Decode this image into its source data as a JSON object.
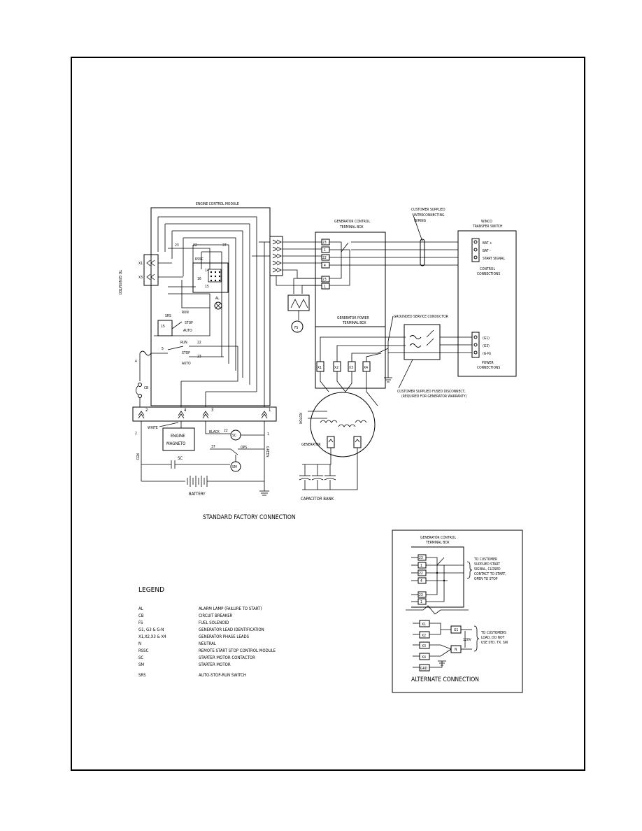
{
  "main_diagram": {
    "title": "STANDARD FACTORY CONNECTION",
    "engine_control_module": "ENGINE CONTROL MODULE",
    "to_generator": "TO GENERATOR",
    "generator_control_box": "GENERATOR CONTROL TERMINAL BOX",
    "generator_power_box": "GENERATOR POWER TERMINAL BOX",
    "customer_wiring": "CUSTOMER SUPPLIED INTERCONNECTING WIRING",
    "transfer_switch": "WINCO TRANSFER SWITCH",
    "control_connections": "CONTROL CONNECTIONS",
    "power_connections": "POWER CONNECTIONS",
    "grounded_service": "GROUNDED SERVICE CONDUCTOR",
    "fused_disconnect_1": "CUSTOMER SUPPLIED FUSED DISCONNECT,",
    "fused_disconnect_2": "(REQUIRED FOR GENERATOR WARRANTY)",
    "rssc": "RSSC",
    "srs": "SRS",
    "run": "RUN",
    "stop": "STOP",
    "auto": "AUTO",
    "al": "AL",
    "cb": "CB",
    "fs": "FS",
    "engine_magneto_1": "ENGINE",
    "engine_magneto_2": "MAGNETO",
    "battery": "BATTERY",
    "capacitor_bank": "CAPACITOR BANK",
    "generator": "GENERATOR",
    "sc": "SC",
    "sm": "SM",
    "ops": "OPS",
    "white": "WHITE",
    "black": "BLACK",
    "red": "RED",
    "green": "GREEN",
    "bat_plus": "BAT +",
    "bat_minus": "BAT -",
    "start_signal": "START SIGNAL",
    "ctrl_terminals": [
      "23",
      "1",
      "22",
      "4",
      "23",
      "1"
    ],
    "power_terminals": [
      "X1",
      "X2",
      "X3",
      "X4"
    ],
    "ts_power_terms": [
      "(G1)",
      "(G3)",
      "(G-N)"
    ],
    "connector_numbers": [
      "2",
      "4",
      "3",
      "1"
    ],
    "wire_numbers": [
      "5",
      "4",
      "22",
      "37",
      "14",
      "15",
      "16",
      "23",
      "1"
    ]
  },
  "alternate": {
    "title": "ALTERNATE CONNECTION",
    "box_title": "GENERATOR CONTROL TERMINAL BOX",
    "terminals": [
      "23",
      "1",
      "22",
      "4",
      "23",
      "1"
    ],
    "note": [
      "TO CUSTOMER",
      "SUPPLIED START",
      "SIGNAL, CLOSED",
      "CONTACT TO START,",
      "OPEN TO STOP"
    ],
    "power_terminals": [
      "X1",
      "X2",
      "X3",
      "X4",
      "GRD"
    ],
    "g1": "G1",
    "n": "N",
    "voltage": "120V",
    "load_note": [
      "TO CUSTOMERS",
      "LOAD, DO NOT",
      "USE STD. TX. SW"
    ]
  },
  "legend": {
    "title": "LEGEND",
    "items": [
      {
        "code": "AL",
        "desc": "ALARM LAMP (FAILURE TO START)"
      },
      {
        "code": "CB",
        "desc": "CIRCUIT BREAKER"
      },
      {
        "code": "FS",
        "desc": "FUEL SOLENOID"
      },
      {
        "code": "G1, G3 & G-N",
        "desc": "GENERATOR LEAD IDENTIFICATION"
      },
      {
        "code": "X1,X2,X3 & X4",
        "desc": "GENERATOR PHASE LEADS"
      },
      {
        "code": "N",
        "desc": "NEUTRAL"
      },
      {
        "code": "RSSC",
        "desc": "REMOTE START STOP CONTROL MODULE"
      },
      {
        "code": "SC",
        "desc": "STARTER MOTOR CONTACTOR"
      },
      {
        "code": "SM",
        "desc": "STARTER MOTOR"
      },
      {
        "code": "SRS",
        "desc": "AUTO-STOP-RUN SWITCH"
      }
    ]
  }
}
